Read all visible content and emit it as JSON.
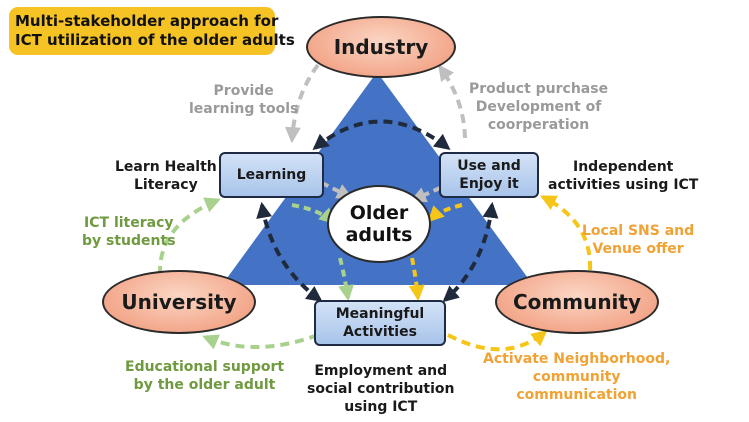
{
  "title": {
    "line1": "Multi-stakeholder approach for",
    "line2": "ICT utilization of the older adults"
  },
  "nodes": {
    "industry": "Industry",
    "university": "University",
    "community": "Community",
    "learning": "Learning",
    "use_enjoy": {
      "line1": "Use and",
      "line2": "Enjoy it"
    },
    "meaningful": {
      "line1": "Meaningful",
      "line2": "Activities"
    },
    "older_adults": {
      "line1": "Older",
      "line2": "adults"
    }
  },
  "labels": {
    "provide": {
      "line1": "Provide",
      "line2": "learning tools"
    },
    "product": {
      "line1": "Product purchase",
      "line2": "Development of",
      "line3": "coorperation"
    },
    "learn_health": {
      "line1": "Learn Health",
      "line2": "Literacy"
    },
    "independent": {
      "line1": "Independent",
      "line2": "activities using ICT"
    },
    "ict_literacy": {
      "line1": "ICT literacy",
      "line2": "by students"
    },
    "local_sns": {
      "line1": "Local SNS and",
      "line2": "Venue offer"
    },
    "educational": {
      "line1": "Educational support",
      "line2": "by the older adult"
    },
    "employment": {
      "line1": "Employment and",
      "line2": "social contribution",
      "line3": "using ICT"
    },
    "activate": {
      "line1": "Activate Neighborhood,",
      "line2": "community",
      "line3": "communication"
    }
  },
  "colors": {
    "triangle": "#4472c4",
    "gray_arrow": "#bfbfbf",
    "dark_arrow": "#1f2a3c",
    "green_arrow": "#a9d18e",
    "yellow_arrow": "#f5c518",
    "title_bg": "#f6c324"
  }
}
